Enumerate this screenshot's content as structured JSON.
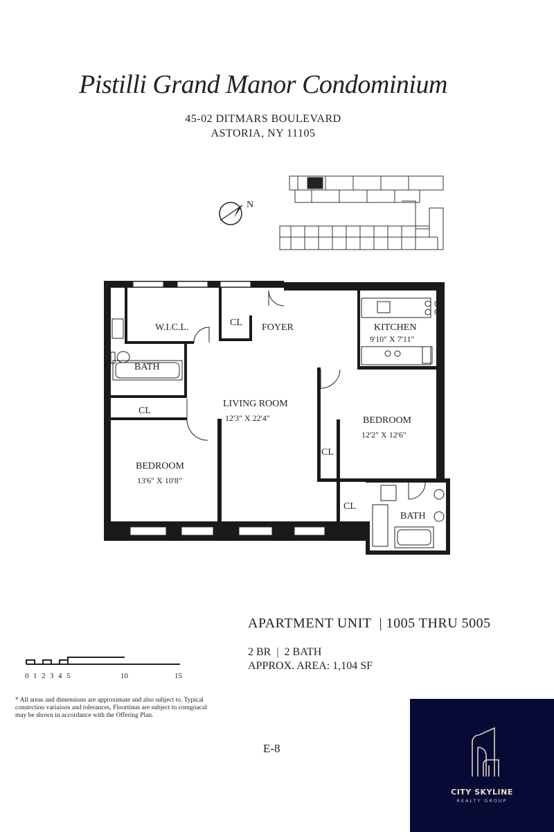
{
  "title": "Pistilli Grand Manor Condominium",
  "address": {
    "line1": "45-02 DITMARS BOULEVARD",
    "line2": "ASTORIA, NY  11105"
  },
  "compass": {
    "label": "N"
  },
  "rooms": {
    "wicl": "W.I.C.L.",
    "cl_foyer": "CL",
    "foyer": "FOYER",
    "kitchen": "KITCHEN",
    "kitchen_dim": "9'10\" X 7'11\"",
    "bath1": "BATH",
    "cl_bedroom1": "CL",
    "living": "LIVING ROOM",
    "living_dim": "12'3\" X 22'4\"",
    "bedroom2": "BEDROOM",
    "bedroom2_dim": "12'2\" X 12'6\"",
    "cl_bedroom2": "CL",
    "bedroom1": "BEDROOM",
    "bedroom1_dim": "13'6\" X 10'8\"",
    "cl_hall": "CL",
    "bath2": "BATH"
  },
  "unit": {
    "label": "APARTMENT UNIT",
    "range": "| 1005 THRU 5005",
    "beds_baths": "2 BR  |  2 BATH",
    "area": "APPROX. AREA: 1,104 SF"
  },
  "scale": {
    "ticks": [
      "0",
      "1",
      "2",
      "3",
      "4",
      "5",
      "10",
      "15"
    ]
  },
  "note": "* All areas and dimensions are approximate and also subject to. Typical constrction variaíoos and tolerances, Floortinus are subject to comgoacal may be shown in accordance with the Offering Plan.",
  "page_number": "E-8",
  "logo": {
    "name": "CITY SKYLINE",
    "sub": "REALTY GROUP",
    "bg": "#060a35",
    "fg": "#e8ddc8"
  }
}
